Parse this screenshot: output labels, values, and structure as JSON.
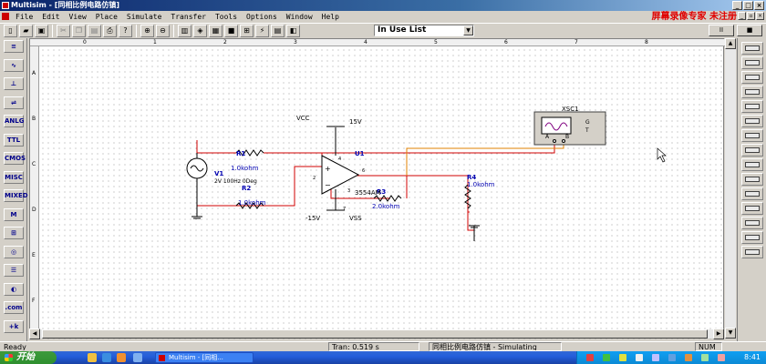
{
  "window": {
    "title": "Multisim - [同相比例电路仿镇]"
  },
  "menu": {
    "items": [
      "File",
      "Edit",
      "View",
      "Place",
      "Simulate",
      "Transfer",
      "Tools",
      "Options",
      "Window",
      "Help"
    ]
  },
  "watermark": "屏幕录像专家 未注册",
  "toolbar": {
    "in_use_label": "In Use List",
    "run_label": "II",
    "stop_label": "■"
  },
  "left_toolbox": {
    "labels": [
      "≡",
      "∿",
      "⊥",
      "⇌",
      "ANLG",
      "TTL",
      "CMOS",
      "MISC",
      "MIXED",
      "M",
      "⊞",
      "◎",
      "☰",
      "◐",
      ".com",
      "+k"
    ]
  },
  "ruler": {
    "h": [
      "0",
      "1",
      "2",
      "3",
      "4",
      "5",
      "6",
      "7",
      "8"
    ],
    "v": [
      "A",
      "B",
      "C",
      "D",
      "E",
      "F"
    ]
  },
  "schematic": {
    "vcc_label": "VCC",
    "vcc_value": "15V",
    "vss_label": "VSS",
    "vss_value": "-15V",
    "v1_name": "V1",
    "v1_value": "2V 100Hz 0Deg",
    "r1_name": "R1",
    "r1_value": "1.0kohm",
    "r2_name": "R2",
    "r2_value": "1.0kohm",
    "r3_name": "R3",
    "r3_value": "2.0kohm",
    "r4_name": "R4",
    "r4_value": "1.0kohm",
    "u1_name": "U1",
    "u1_part": "3554AM",
    "pin_4": "4",
    "pin_2": "2",
    "pin_3": "3",
    "pin_6": "6",
    "pin_7": "7",
    "scope_name": "XSC1",
    "scope_g": "G",
    "scope_t": "T",
    "scope_a": "A",
    "scope_b": "B"
  },
  "status": {
    "ready": "Ready",
    "tran": "Tran: 0.519 s",
    "circuit": "同相比例电路仿镇 - Simulating",
    "num": "NUM"
  },
  "taskbar": {
    "start": "开始",
    "task": "Multisim - [同相...",
    "clock": "8:41"
  },
  "colors": {
    "wire_red": "#d00000",
    "wire_orange": "#e08000",
    "component_blue": "#0000b0",
    "watermark": "#e00000"
  }
}
